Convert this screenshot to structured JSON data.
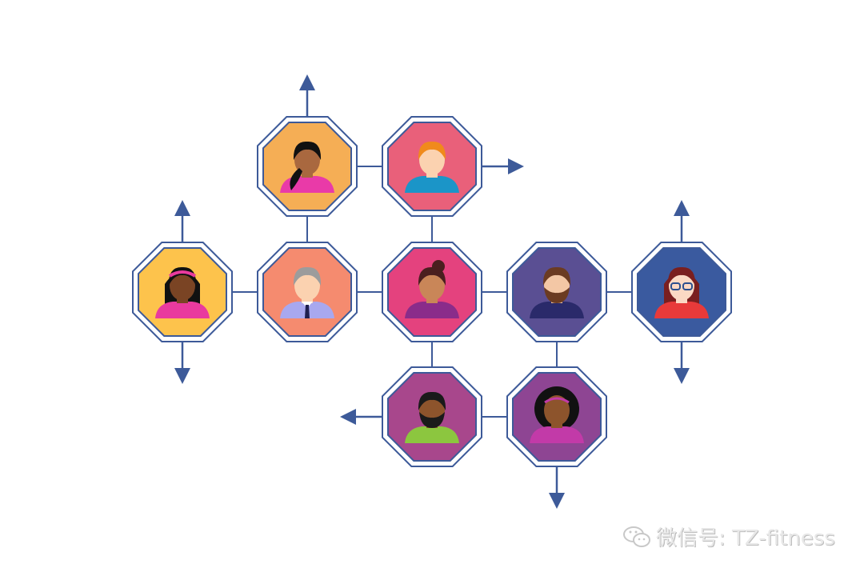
{
  "watermark": {
    "text": "微信号: TZ-fitness",
    "icon": "wechat-icon"
  },
  "colors": {
    "line": "#3d5a99",
    "arrow": "#3d5a99"
  },
  "nodes": [
    {
      "id": "n1",
      "fill": "#f5ae55",
      "skin": "#a9683f",
      "hair": "#111111",
      "shirt": "#e93aa8",
      "hair_style": "ponytail"
    },
    {
      "id": "n2",
      "fill": "#e9607a",
      "skin": "#fbd2b0",
      "hair": "#f08a1c",
      "shirt": "#1b95c8",
      "hair_style": "short"
    },
    {
      "id": "n3",
      "fill": "#fdc34c",
      "skin": "#7a4424",
      "hair": "#111111",
      "shirt": "#e93a9e",
      "hair_style": "long-headband"
    },
    {
      "id": "n4",
      "fill": "#f58b6f",
      "skin": "#fbd2b0",
      "hair": "#9c9c9c",
      "shirt": "#a8a8ef",
      "hair_style": "short-tie"
    },
    {
      "id": "n5",
      "fill": "#e4427e",
      "skin": "#c98658",
      "hair": "#4a1f1f",
      "shirt": "#8a2c8a",
      "hair_style": "bun"
    },
    {
      "id": "n6",
      "fill": "#5a4f93",
      "skin": "#f3c7a5",
      "hair": "#6b3b22",
      "shirt": "#2a2a6a",
      "hair_style": "beard"
    },
    {
      "id": "n7",
      "fill": "#3a5a9f",
      "skin": "#fbd9c4",
      "hair": "#7a1f1f",
      "shirt": "#e83a3a",
      "hair_style": "long-glasses"
    },
    {
      "id": "n8",
      "fill": "#a8478c",
      "skin": "#8d542c",
      "hair": "#1a1a1a",
      "shirt": "#8cc63f",
      "hair_style": "short-beard"
    },
    {
      "id": "n9",
      "fill": "#8e4593",
      "skin": "#8d542c",
      "hair": "#111111",
      "shirt": "#c23aa8",
      "hair_style": "afro"
    }
  ],
  "edges": [
    [
      "n1",
      "n2"
    ],
    [
      "n1",
      "n4"
    ],
    [
      "n2",
      "n5"
    ],
    [
      "n3",
      "n4"
    ],
    [
      "n4",
      "n5"
    ],
    [
      "n5",
      "n6"
    ],
    [
      "n6",
      "n7"
    ],
    [
      "n5",
      "n8"
    ],
    [
      "n6",
      "n9"
    ],
    [
      "n8",
      "n9"
    ]
  ],
  "arrows": [
    {
      "from": "n1",
      "direction": "up"
    },
    {
      "from": "n2",
      "direction": "right"
    },
    {
      "from": "n3",
      "direction": "up"
    },
    {
      "from": "n3",
      "direction": "down"
    },
    {
      "from": "n7",
      "direction": "up"
    },
    {
      "from": "n7",
      "direction": "down"
    },
    {
      "from": "n8",
      "direction": "left"
    },
    {
      "from": "n9",
      "direction": "down"
    }
  ]
}
